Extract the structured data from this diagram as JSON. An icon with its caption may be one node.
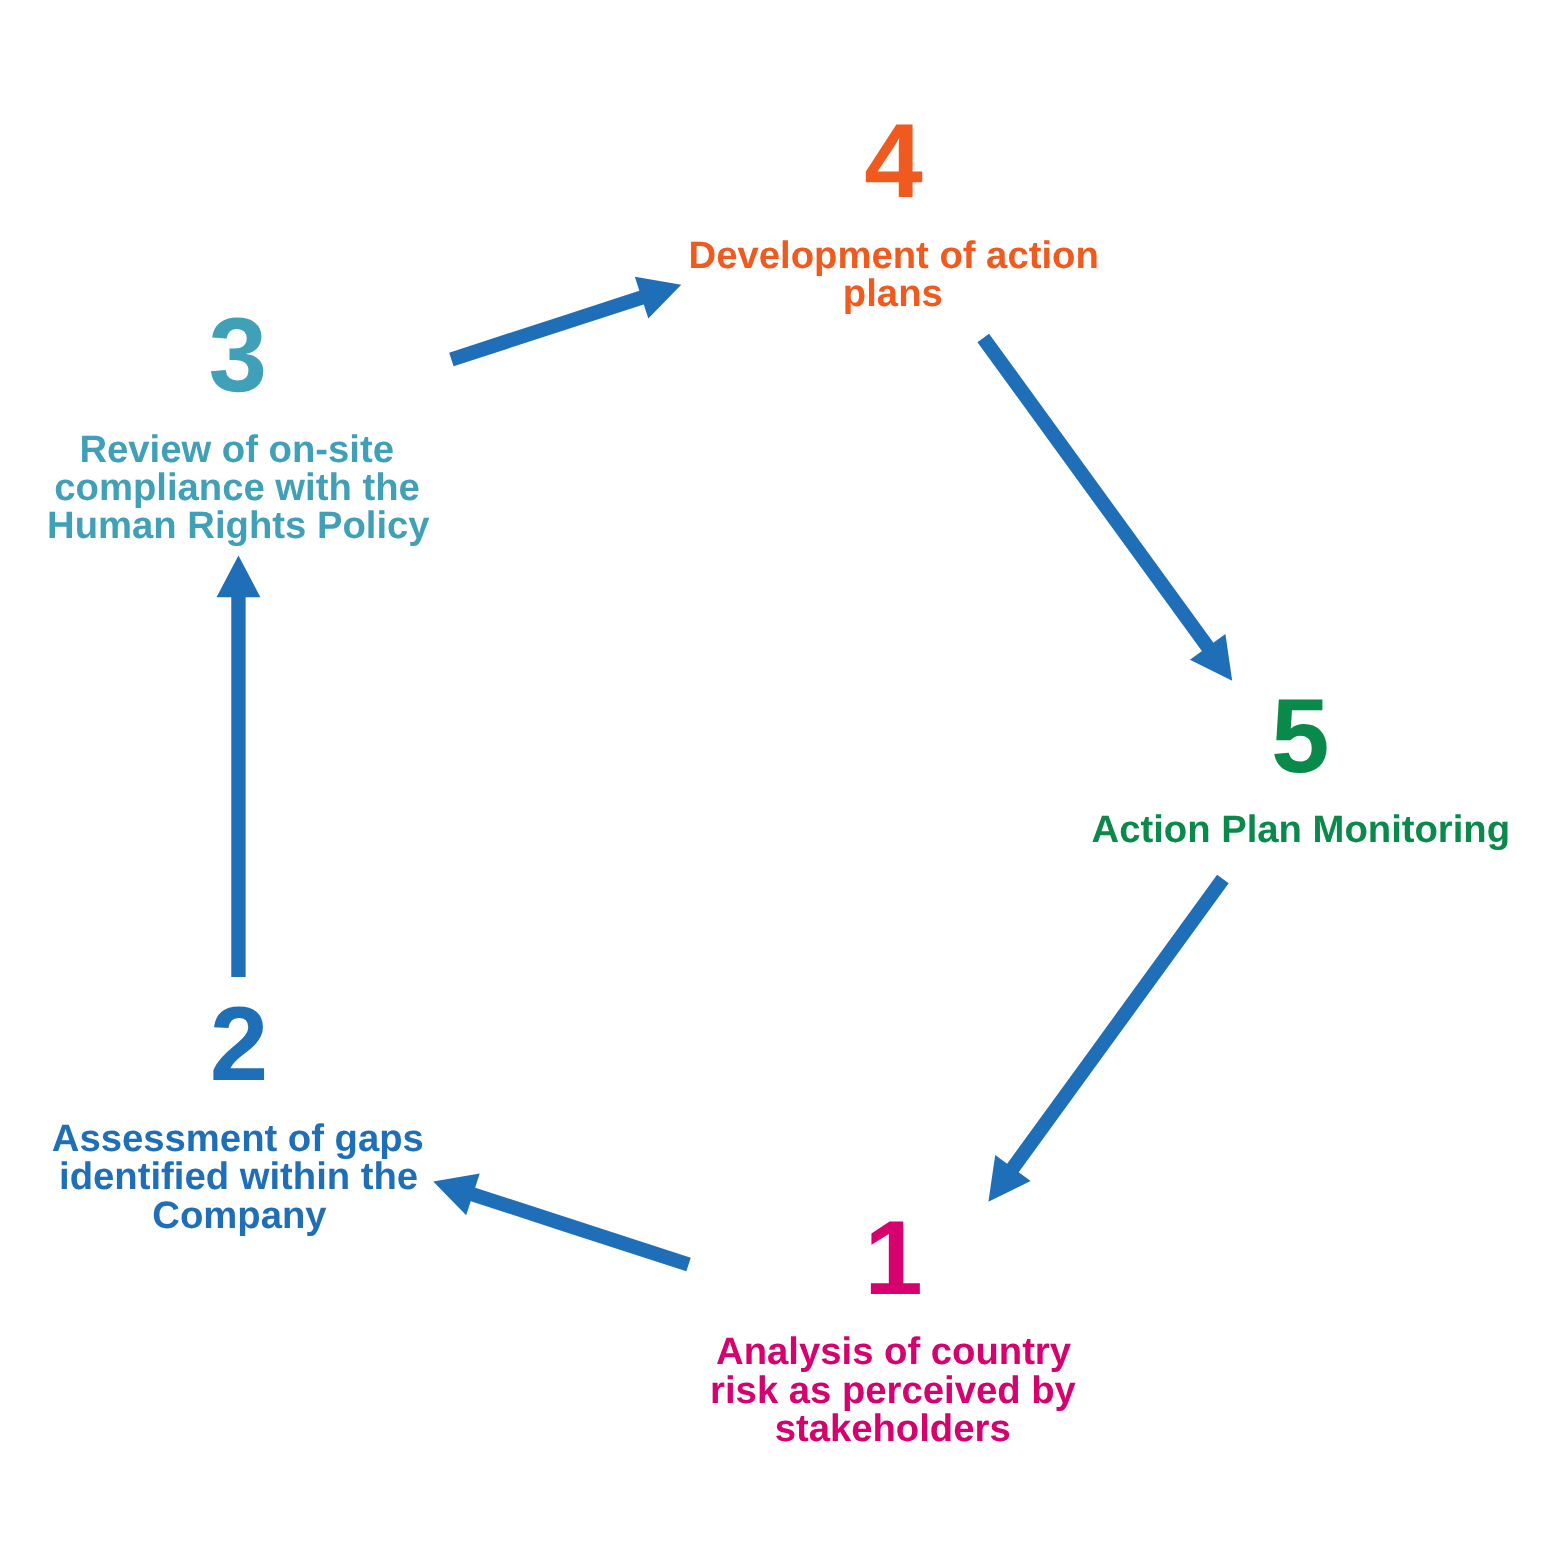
{
  "diagram": {
    "nodes": [
      {
        "text": [
          "1",
          "Analysis of country risk as perceived by stakeholders"
        ]
      },
      {
        "text": [
          "2",
          "Assessment of gaps identified within the Company"
        ]
      },
      {
        "text": [
          "3",
          "Review of on-site compliance with the Human Rights Policy"
        ]
      },
      {
        "text": [
          "4",
          "Development of action plans"
        ]
      },
      {
        "text": [
          "5",
          "Action Plan Monitoring"
        ]
      }
    ],
    "edges": [
      {
        "from": 0,
        "to": 1,
        "arrow": "to"
      },
      {
        "from": 1,
        "to": 2,
        "arrow": "to"
      },
      {
        "from": 2,
        "to": 3,
        "arrow": "to"
      },
      {
        "from": 3,
        "to": 4,
        "arrow": "to"
      },
      {
        "from": 4,
        "to": 0,
        "arrow": "to"
      }
    ]
  }
}
